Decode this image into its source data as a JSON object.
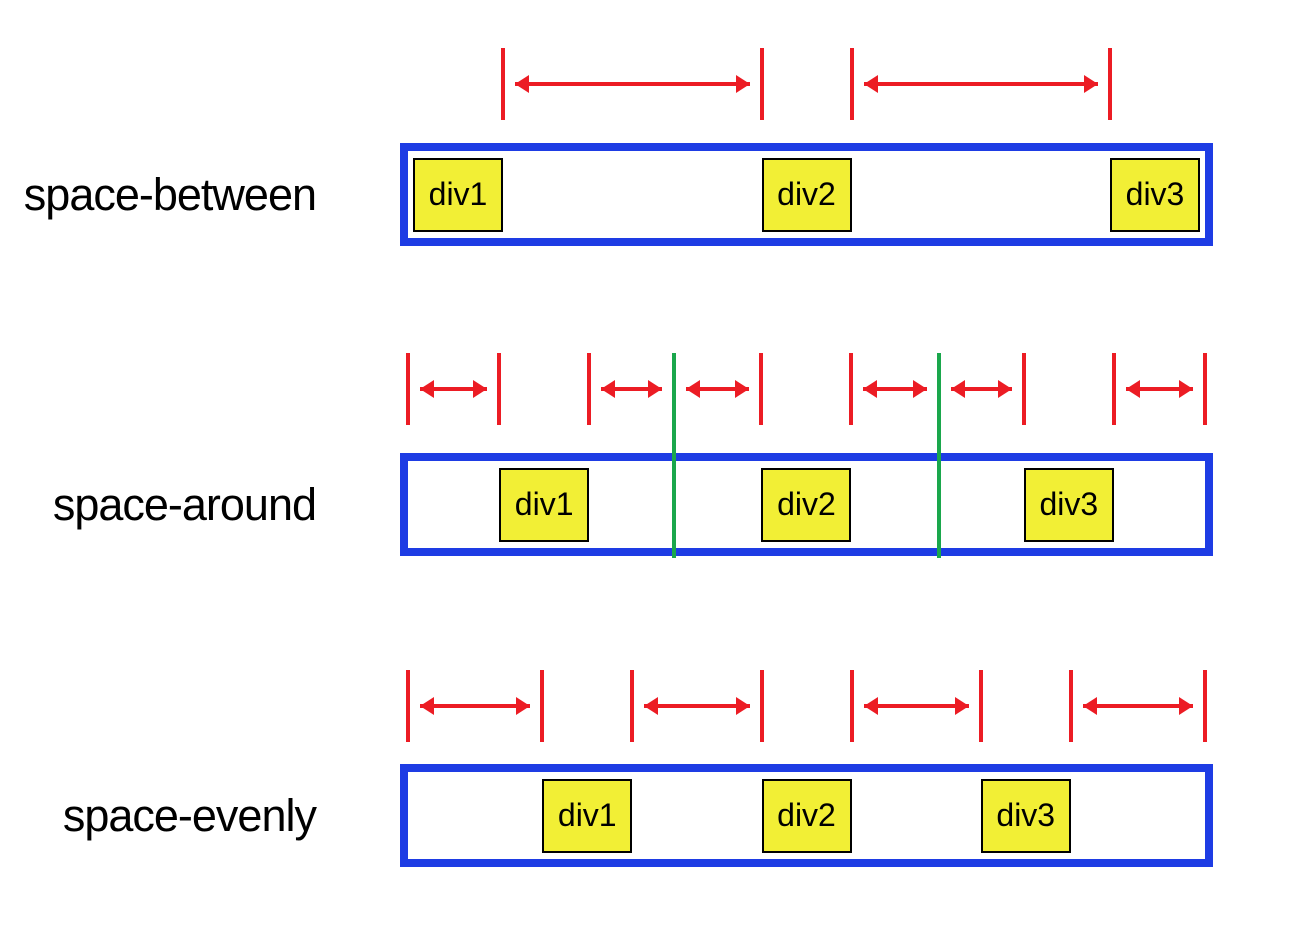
{
  "colors": {
    "container_border_blue": "#1e3ce4",
    "item_fill_yellow": "#f2ef35",
    "item_border_black": "#000000",
    "arrow_red": "#ec1c24",
    "separator_green": "#1aa74c",
    "label_text": "#000000"
  },
  "rows": [
    {
      "label": "space-between",
      "justify": "space-between",
      "items": [
        "div1",
        "div2",
        "div3"
      ],
      "annotation": {
        "tick_targets": [
          "item0.right",
          "item1.left",
          "item1.right",
          "item2.left"
        ],
        "arrows": [
          [
            "item0.right",
            "item1.left"
          ],
          [
            "item1.right",
            "item2.left"
          ]
        ],
        "separators": []
      }
    },
    {
      "label": "space-around",
      "justify": "space-around",
      "items": [
        "div1",
        "div2",
        "div3"
      ],
      "annotation": {
        "tick_targets": [
          "container.left",
          "item0.left",
          "item0.right",
          "item1.left",
          "item1.right",
          "item2.left",
          "item2.right",
          "container.right"
        ],
        "arrows": [
          [
            "container.left",
            "item0.left"
          ],
          [
            "item0.right",
            "sep0"
          ],
          [
            "sep0",
            "item1.left"
          ],
          [
            "item1.right",
            "sep1"
          ],
          [
            "sep1",
            "item2.left"
          ],
          [
            "item2.right",
            "container.right"
          ]
        ],
        "separators": [
          0.3333,
          0.6667
        ]
      }
    },
    {
      "label": "space-evenly",
      "justify": "space-evenly",
      "items": [
        "div1",
        "div2",
        "div3"
      ],
      "annotation": {
        "tick_targets": [
          "container.left",
          "item0.left",
          "item0.right",
          "item1.left",
          "item1.right",
          "item2.left",
          "item2.right",
          "container.right"
        ],
        "arrows": [
          [
            "container.left",
            "item0.left"
          ],
          [
            "item0.right",
            "item1.left"
          ],
          [
            "item1.right",
            "item2.left"
          ],
          [
            "item2.right",
            "container.right"
          ]
        ],
        "separators": []
      }
    }
  ]
}
